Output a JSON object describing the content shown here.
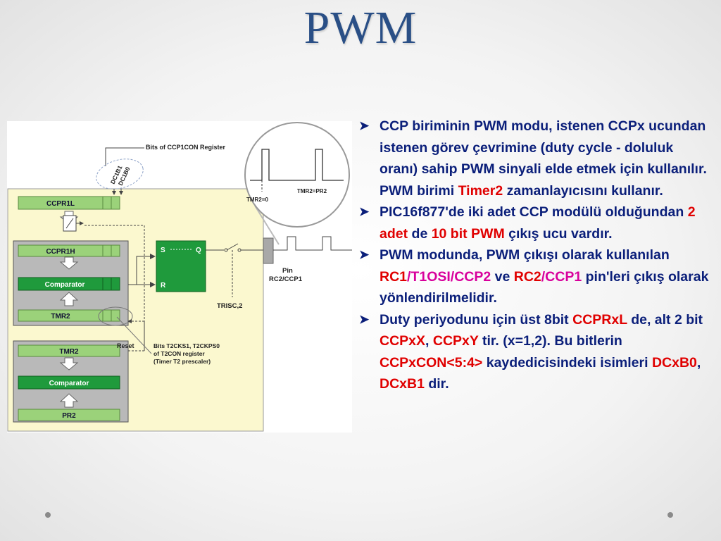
{
  "slide": {
    "title": "PWM"
  },
  "diagram": {
    "reg_title": "Bits of CCP1CON Register",
    "dc1b1": "DC1B1",
    "dc1b0": "DC1B0",
    "ccpr1l": "CCPR1L",
    "ccpr1h": "CCPR1H",
    "comparator1": "Comparator",
    "tmr2_top": "TMR2",
    "tmr2_bottom": "TMR2",
    "comparator2": "Comparator",
    "pr2": "PR2",
    "s": "S",
    "q": "Q",
    "r": "R",
    "trisc": "TRISC,2",
    "pin": "Pin",
    "pin_name": "RC2/CCP1",
    "reset": "Reset",
    "t2_line1": "Bits T2CKS1, T2CKPS0",
    "t2_line2": "of T2CON register",
    "t2_line3": "(Timer T2 prescaler)",
    "tmr2_0": "TMR2=0",
    "tmr2_pr2": "TMR2=PR2"
  },
  "bullets": {
    "b1": {
      "t1": "CCP biriminin PWM modu, istenen CCPx ucundan istenen görev çevrimine (duty cycle - doluluk oranı) sahip PWM sinyali elde etmek için kullanılır. PWM birimi ",
      "timer": "Timer2",
      "t2": " zamanlayıcısını kullanır."
    },
    "b2": {
      "t1": "PIC16f877'de iki adet CCP modülü olduğundan ",
      "r1": "2 adet",
      "t2": " de ",
      "r2": "10 bit PWM",
      "t3": " çıkış ucu vardır."
    },
    "b3": {
      "t1": "PWM modunda, PWM çıkışı olarak kullanılan ",
      "rc1": "RC1",
      "rc1b": "/T1OSI/CCP2",
      "t2": " ve ",
      "rc2": "RC2",
      "rc2b": "/CCP1",
      "t3": " pin'leri çıkış olarak yönlendirilmelidir."
    },
    "b4": {
      "t1": "Duty periyodunu için üst 8bit ",
      "r1": "CCPRxL",
      "t2": " de, alt 2 bit ",
      "r2": "CCPxX",
      "t3": ", ",
      "r3": "CCPxY",
      "t4": " tir. (x=1,2). Bu bitlerin ",
      "r4": "CCPxCON",
      "t5": "<5:4>",
      "t6": " kaydedicisindeki isimleri  ",
      "r5": "DCxB0",
      "t7": ", ",
      "r6": "DCxB1",
      "t8": " dir."
    }
  },
  "colors": {
    "title": "#2a4f86",
    "bullet_text": "#0b1f7a",
    "highlight_red": "#e00000",
    "highlight_magenta": "#d8009c",
    "block_green": "#1f9a3c",
    "register_green": "#9bd27a",
    "panel_yellow": "#fbf8cf"
  }
}
